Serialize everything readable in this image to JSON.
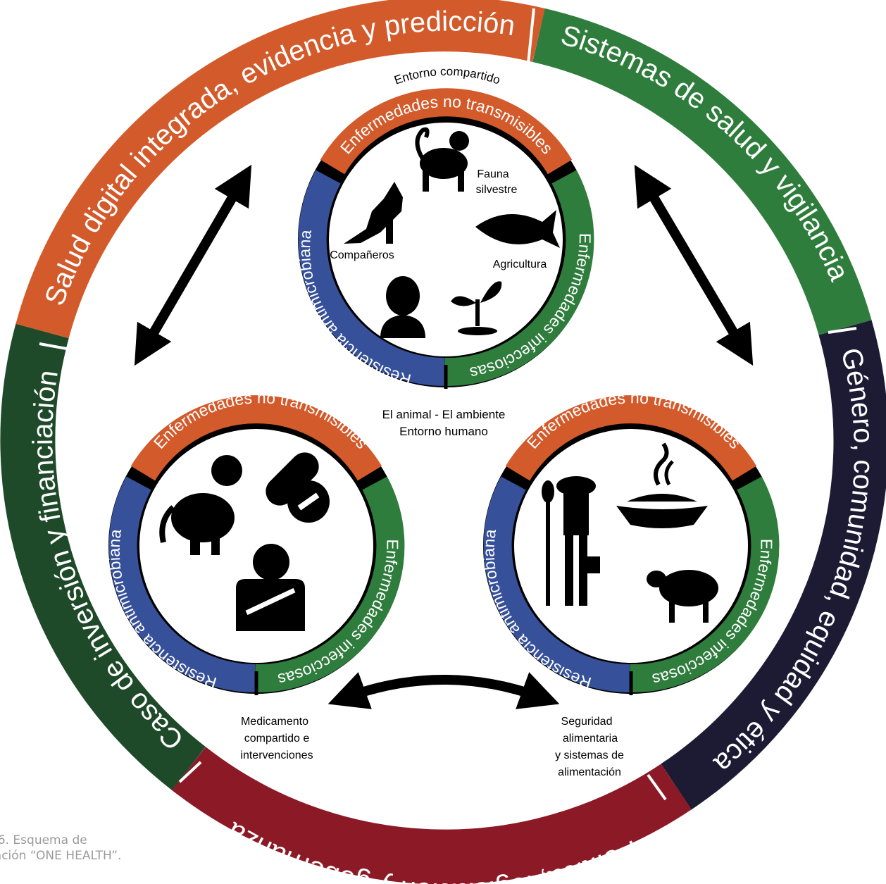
{
  "outer_ring": {
    "top_left": "Salud digital integrada, evidencia y predicción",
    "top_right": "Sistemas de salud y vigilancia",
    "right": "Género, comunidad, equidad y ética",
    "bottom": "Política, legislación y gobernanza",
    "left": "Caso de inversión y  financiación"
  },
  "ring_labels": {
    "orange": "Enfermedades no transmisibles",
    "green": "Enfermedades infecciosas",
    "blue": "Resistencia antimicrobiana"
  },
  "top_circle": {
    "title": "Entorno compartido",
    "wildlife": "Fauna",
    "wildlife_2": "silvestre",
    "companions": "Compañeros",
    "agriculture": "Agricultura"
  },
  "center_label": {
    "line1": "El animal - El ambiente",
    "line2": "Entorno humano"
  },
  "left_circle": {
    "caption_1": "Medicamento",
    "caption_2": "compartido e",
    "caption_3": "intervenciones"
  },
  "right_circle": {
    "caption_1": "Seguridad",
    "caption_2": "alimentaria",
    "caption_3": "y sistemas de",
    "caption_4": "alimentación"
  },
  "figure_caption": {
    "line1": "ra 6. Esquema de",
    "line2": "gración “ONE HEALTH”."
  },
  "colors": {
    "orange": "#d35a2b",
    "green": "#2f7d3c",
    "dark_green": "#1e4a2a",
    "navy": "#1d1b33",
    "red": "#8b1a26",
    "blue": "#36509a"
  }
}
